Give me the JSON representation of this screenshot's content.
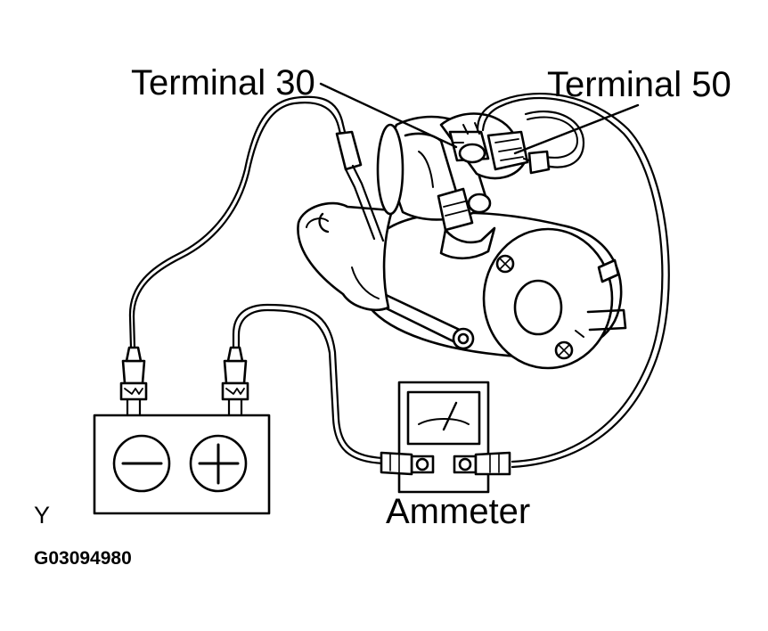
{
  "labels": {
    "terminal_30": "Terminal 30",
    "terminal_50": "Terminal 50",
    "ammeter": "Ammeter",
    "view_mark": "Y",
    "figure_code": "G03094980"
  },
  "colors": {
    "line": "#000000",
    "background": "#ffffff"
  },
  "icons": [
    "battery-negative-terminal-icon",
    "battery-positive-terminal-icon",
    "ammeter-needle-icon",
    "alligator-clip-icon"
  ]
}
